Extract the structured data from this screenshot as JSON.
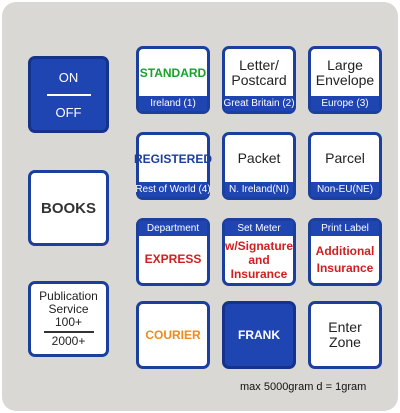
{
  "power": {
    "on_label": "ON",
    "off_label": "OFF"
  },
  "books": {
    "label": "BOOKS"
  },
  "publication": {
    "line1": "Publication",
    "line2": "Service",
    "top": "100+",
    "bottom": "2000+"
  },
  "standard": {
    "label": "STANDARD",
    "footer": "Ireland (1)"
  },
  "letter": {
    "line1": "Letter/",
    "line2": "Postcard",
    "footer": "Great Britain (2)"
  },
  "large_envelope": {
    "line1": "Large",
    "line2": "Envelope",
    "footer": "Europe (3)"
  },
  "registered": {
    "label": "REGISTERED",
    "footer": "Rest of World (4)"
  },
  "packet": {
    "label": "Packet",
    "footer": "N. Ireland(NI)"
  },
  "parcel": {
    "label": "Parcel",
    "footer": "Non-EU(NE)"
  },
  "express": {
    "header": "Department",
    "label": "EXPRESS"
  },
  "signature": {
    "header": "Set Meter",
    "line1": "w/Signature",
    "line2": "and",
    "line3": "Insurance"
  },
  "additional": {
    "header": "Print Label",
    "line1": "Additional",
    "line2": "Insurance"
  },
  "courier": {
    "label": "COURIER"
  },
  "frank": {
    "label": "FRANK"
  },
  "enter_zone": {
    "line1": "Enter",
    "line2": "Zone"
  },
  "footer_note": "max 5000gram d = 1gram"
}
